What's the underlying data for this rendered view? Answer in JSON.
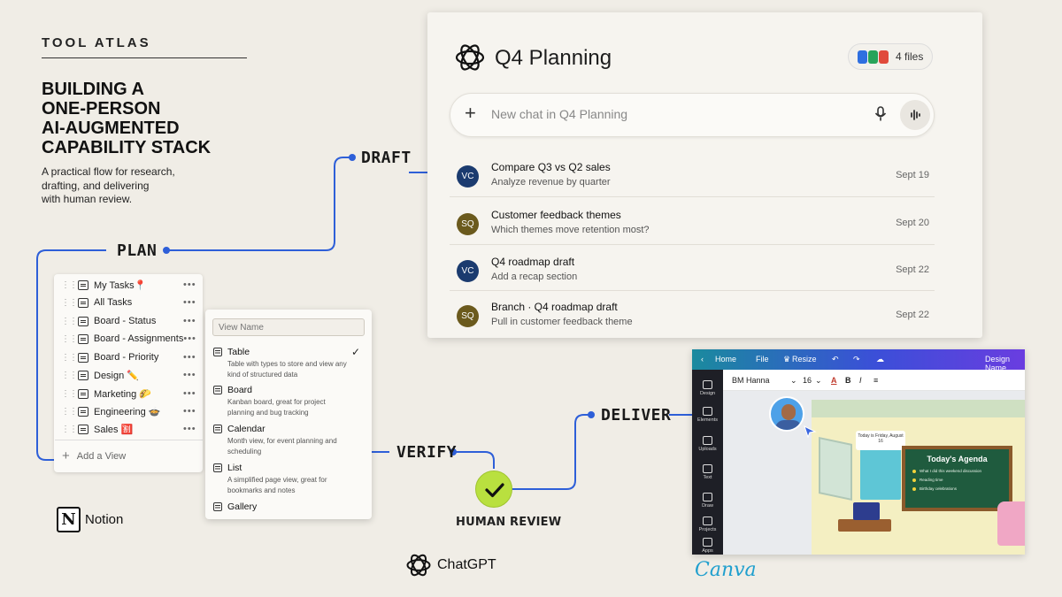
{
  "header": {
    "brand": "TOOL ATLAS",
    "headline": [
      "BUILDING A",
      "ONE-PERSON",
      "AI-AUGMENTED",
      "CAPABILITY STACK"
    ],
    "subline": [
      "A practical flow for research,",
      "drafting, and delivering",
      "with human review."
    ]
  },
  "steps": {
    "plan": "PLAN",
    "draft": "DRAFT",
    "verify": "VERIFY",
    "human_review": "HUMAN REVIEW",
    "deliver": "DELIVER"
  },
  "colors": {
    "accent": "#2e5fd8",
    "check_bg": "#b9e03f",
    "avatar_vc": "#1b3b6f",
    "avatar_sq": "#6b5a1d"
  },
  "notion": {
    "sidebar": [
      {
        "label": "My Tasks📍"
      },
      {
        "label": "All Tasks"
      },
      {
        "label": "Board - Status"
      },
      {
        "label": "Board - Assignments"
      },
      {
        "label": "Board - Priority"
      },
      {
        "label": "Design ✏️"
      },
      {
        "label": "Marketing 🌮"
      },
      {
        "label": "Engineering 🍲"
      },
      {
        "label": "Sales 🈹"
      }
    ],
    "more": "•••",
    "add_view": "Add a View",
    "view_placeholder": "View Name",
    "views": [
      {
        "title": "Table",
        "desc": [
          "Table with types to store and view any",
          "kind of structured data"
        ],
        "selected": true
      },
      {
        "title": "Board",
        "desc": [
          "Kanban board, great for project",
          "planning and bug tracking"
        ]
      },
      {
        "title": "Calendar",
        "desc": [
          "Month view, for event planning and",
          "scheduling"
        ]
      },
      {
        "title": "List",
        "desc": [
          "A simplified page view, great for",
          "bookmarks and notes"
        ]
      },
      {
        "title": "Gallery",
        "desc": []
      }
    ],
    "check": "✓",
    "brand": "Notion"
  },
  "chatgpt": {
    "project_title": "Q4 Planning",
    "files": "4 files",
    "input_placeholder": "New chat in Q4 Planning",
    "chats": [
      {
        "initials": "VC",
        "title": "Compare Q3 vs Q2 sales",
        "subtitle": "Analyze revenue by quarter",
        "date": "Sept 19"
      },
      {
        "initials": "SQ",
        "title": "Customer feedback themes",
        "subtitle": "Which themes move retention most?",
        "date": "Sept 20"
      },
      {
        "initials": "VC",
        "title": "Q4 roadmap draft",
        "subtitle": "Add a recap section",
        "date": "Sept 22"
      },
      {
        "initials": "SQ",
        "title": "Branch · Q4 roadmap draft",
        "subtitle": "Pull in customer feedback theme",
        "date": "Sept 22"
      }
    ],
    "brand": "ChatGPT"
  },
  "canva": {
    "menu": {
      "home": "Home",
      "file": "File",
      "resize": "Resize",
      "design_name": "Design Name"
    },
    "side": [
      "Design",
      "Elements",
      "Uploads",
      "Text",
      "Draw",
      "Projects",
      "Apps"
    ],
    "font": "BM Hanna",
    "font_size": "16",
    "bold": "B",
    "italic": "I",
    "note_title": "Today is Friday, August 16",
    "board_title": "Today's Agenda",
    "agenda": [
      "What I did this weekend discussion",
      "Reading time",
      "Birthday celebrations"
    ],
    "brand": "Canva"
  }
}
